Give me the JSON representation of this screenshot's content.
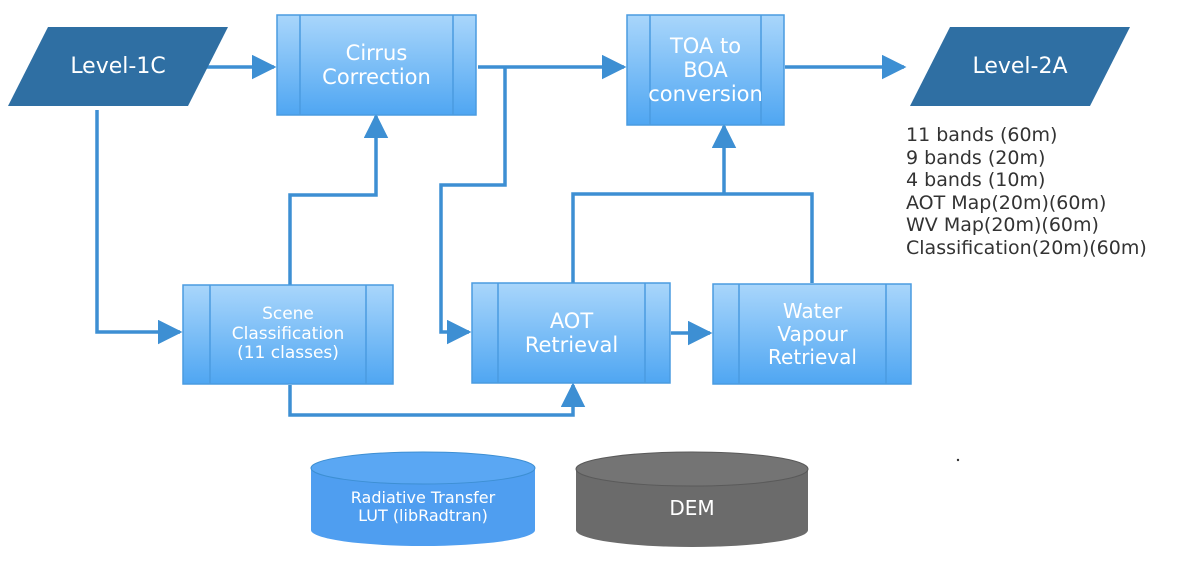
{
  "colors": {
    "arrow": "#3d8fd3",
    "process_fill_top": "#a9d6fb",
    "process_fill_bottom": "#4fa6f2",
    "process_border": "#4a9be0",
    "io_fill": "#2f6fa3",
    "lut_fill": "#4f9ef0",
    "dem_fill": "#6b6b6b",
    "text_light": "#ffffff",
    "text_dark": "#333333"
  },
  "input": {
    "label": "Level-1C"
  },
  "output": {
    "label": "Level-2A"
  },
  "processes": {
    "cirrus": "Cirrus\nCorrection",
    "toa": "TOA to\nBOA\nconversion",
    "scene": "Scene\nClassification\n(11 classes)",
    "aot": "AOT\nRetrieval",
    "wv": "Water\nVapour\nRetrieval"
  },
  "databases": {
    "lut": "Radiative Transfer\nLUT (libRadtran)",
    "dem": "DEM"
  },
  "outputs": [
    "11 bands (60m)",
    "9 bands (20m)",
    "4 bands (10m)",
    "AOT Map(20m)(60m)",
    "WV Map(20m)(60m)",
    "Classification(20m)(60m)"
  ]
}
